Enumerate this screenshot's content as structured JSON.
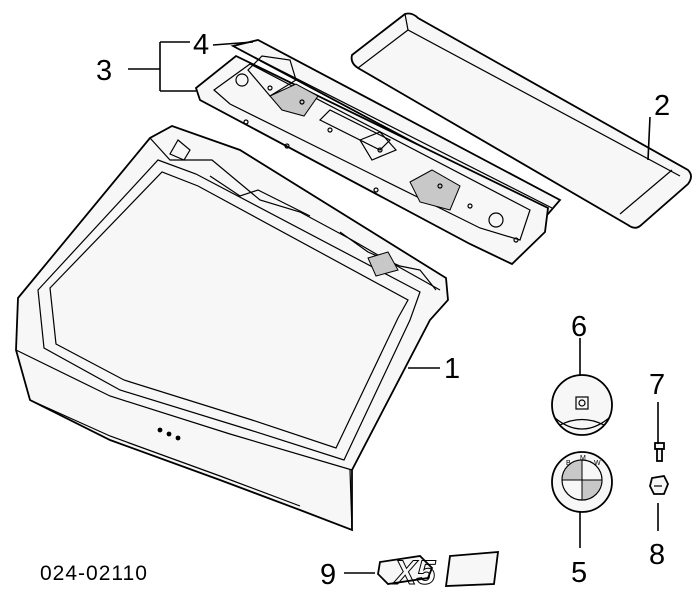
{
  "diagram": {
    "catalog_number": "024-02110",
    "model_badge_text": "X5",
    "callouts": [
      {
        "id": "1",
        "label": "1"
      },
      {
        "id": "2",
        "label": "2"
      },
      {
        "id": "3",
        "label": "3"
      },
      {
        "id": "4",
        "label": "4"
      },
      {
        "id": "5",
        "label": "5"
      },
      {
        "id": "6",
        "label": "6"
      },
      {
        "id": "7",
        "label": "7"
      },
      {
        "id": "8",
        "label": "8"
      },
      {
        "id": "9",
        "label": "9"
      }
    ]
  },
  "colors": {
    "line": "#000000",
    "background": "#ffffff",
    "part_fill": "#f7f7f7",
    "shade": "#c8c8c8"
  }
}
